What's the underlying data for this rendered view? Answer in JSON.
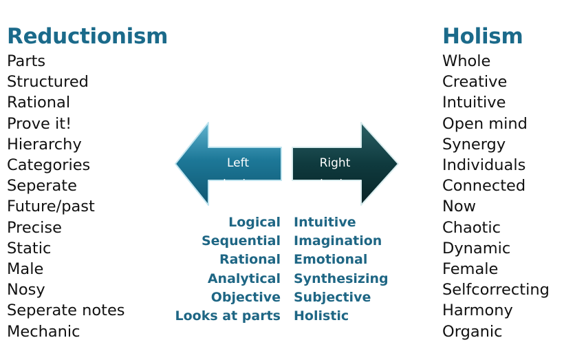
{
  "left_column": {
    "title": "Reductionism",
    "items": [
      "Parts",
      "Structured",
      "Rational",
      "Prove it!",
      "Hierarchy",
      "Categories",
      "Seperate",
      "Future/past",
      "Precise",
      "Static",
      "Male",
      "Nosy",
      "Seperate notes",
      "Mechanic"
    ]
  },
  "right_column": {
    "title": "Holism",
    "items": [
      "Whole",
      "Creative",
      "Intuitive",
      "Open mind",
      "Synergy",
      "Individuals",
      "Connected",
      "Now",
      "Chaotic",
      "Dynamic",
      "Female",
      "Selfcorrecting",
      "Harmony",
      "Organic"
    ]
  },
  "left_arrow": {
    "line1": "Left",
    "line2": "brain",
    "color": "#1b6f8e"
  },
  "right_arrow": {
    "line1": "Right",
    "line2": "brain",
    "color": "#0f3a3e"
  },
  "left_brain_traits": [
    "Logical",
    "Sequential",
    "Rational",
    "Analytical",
    "Objective",
    "Looks at parts"
  ],
  "right_brain_traits": [
    "Intuitive",
    "Imagination",
    "Emotional",
    "Synthesizing",
    "Subjective",
    "Holistic"
  ],
  "colors": {
    "heading": "#1b6a8a",
    "trait_text": "#1e6684",
    "body_text": "#111111"
  }
}
